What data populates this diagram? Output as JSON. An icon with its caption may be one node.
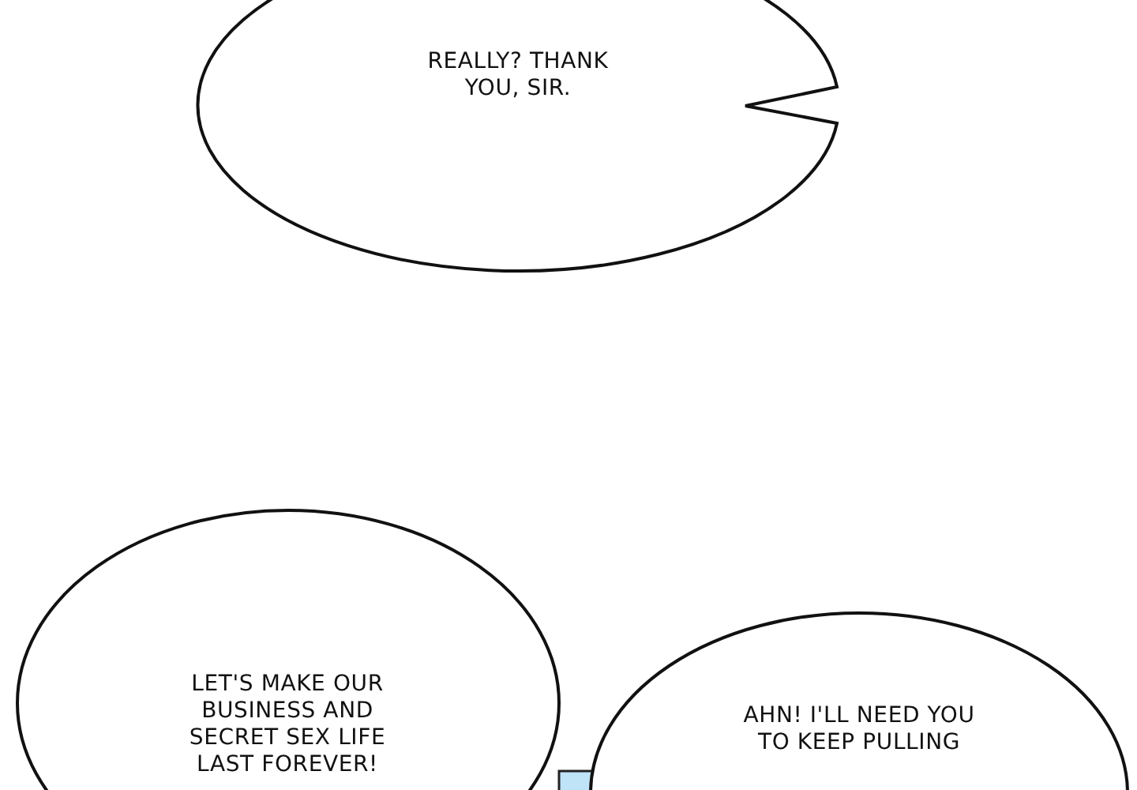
{
  "diagram": {
    "nodes": [
      {
        "text": [
          "REALLY? THANK YOU, SIR."
        ]
      },
      {
        "text": [
          "LET'S MAKE OUR BUSINESS AND SECRET SEX LIFE LAST FOREVER!"
        ]
      },
      {
        "text": [
          "AHN! I'LL NEED YOU TO KEEP PULLING"
        ]
      }
    ]
  }
}
